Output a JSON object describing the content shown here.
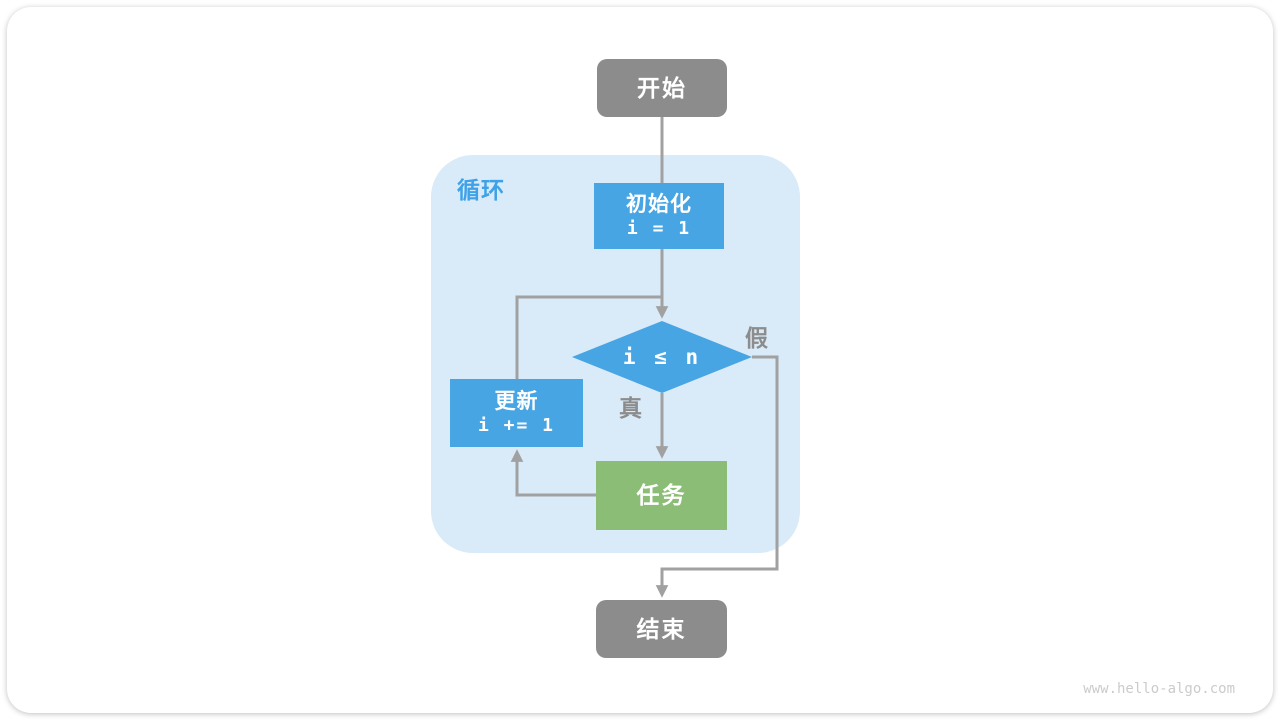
{
  "page": {
    "watermark": "www.hello-algo.com"
  },
  "flowchart": {
    "container": {
      "label": "循环"
    },
    "nodes": {
      "start": {
        "label": "开始"
      },
      "init": {
        "label": "初始化",
        "code": "i = 1"
      },
      "condition": {
        "label": "i ≤ n"
      },
      "update": {
        "label": "更新",
        "code": "i += 1"
      },
      "task": {
        "label": "任务"
      },
      "end": {
        "label": "结束"
      }
    },
    "edges": {
      "true_label": "真",
      "false_label": "假"
    },
    "colors": {
      "node_gray": "#8C8C8C",
      "node_blue": "#48A5E4",
      "node_green": "#8CBD77",
      "container_bg": "#D9EAF8",
      "loop_label": "#3DA2E8",
      "line": "#A1A1A1",
      "edge_label": "#8C8C8C",
      "watermark": "#CBCBCB"
    }
  }
}
